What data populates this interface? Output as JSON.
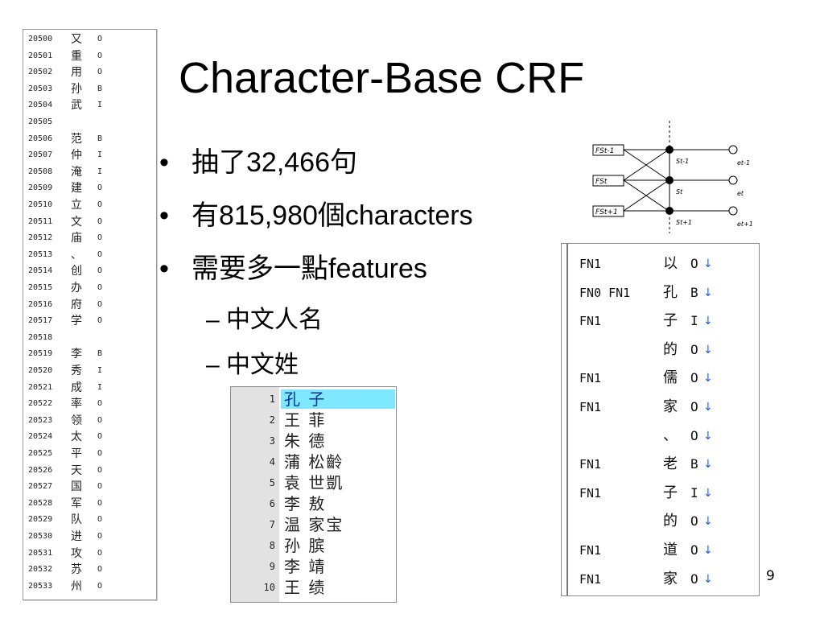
{
  "slide": {
    "title": "Character-Base CRF",
    "bullets": [
      {
        "dot": "•",
        "text": "抽了32,466句"
      },
      {
        "dot": "•",
        "text": "有815,980個characters"
      },
      {
        "dot": "•",
        "text": "需要多一點features"
      }
    ],
    "sub_bullets": [
      {
        "text": "– 中文人名"
      },
      {
        "text": "– 中文姓"
      }
    ],
    "page_number": "9"
  },
  "left_list": [
    {
      "line": "20500",
      "char": "又",
      "tag": "O"
    },
    {
      "line": "20501",
      "char": "重",
      "tag": "O"
    },
    {
      "line": "20502",
      "char": "用",
      "tag": "O"
    },
    {
      "line": "20503",
      "char": "孙",
      "tag": "B"
    },
    {
      "line": "20504",
      "char": "武",
      "tag": "I"
    },
    {
      "line": "20505",
      "char": "",
      "tag": ""
    },
    {
      "line": "20506",
      "char": "范",
      "tag": "B"
    },
    {
      "line": "20507",
      "char": "仲",
      "tag": "I"
    },
    {
      "line": "20508",
      "char": "淹",
      "tag": "I"
    },
    {
      "line": "20509",
      "char": "建",
      "tag": "O"
    },
    {
      "line": "20510",
      "char": "立",
      "tag": "O"
    },
    {
      "line": "20511",
      "char": "文",
      "tag": "O"
    },
    {
      "line": "20512",
      "char": "庙",
      "tag": "O"
    },
    {
      "line": "20513",
      "char": "、",
      "tag": "O"
    },
    {
      "line": "20514",
      "char": "创",
      "tag": "O"
    },
    {
      "line": "20515",
      "char": "办",
      "tag": "O"
    },
    {
      "line": "20516",
      "char": "府",
      "tag": "O"
    },
    {
      "line": "20517",
      "char": "学",
      "tag": "O"
    },
    {
      "line": "20518",
      "char": "",
      "tag": ""
    },
    {
      "line": "20519",
      "char": "李",
      "tag": "B"
    },
    {
      "line": "20520",
      "char": "秀",
      "tag": "I"
    },
    {
      "line": "20521",
      "char": "成",
      "tag": "I"
    },
    {
      "line": "20522",
      "char": "率",
      "tag": "O"
    },
    {
      "line": "20523",
      "char": "领",
      "tag": "O"
    },
    {
      "line": "20524",
      "char": "太",
      "tag": "O"
    },
    {
      "line": "20525",
      "char": "平",
      "tag": "O"
    },
    {
      "line": "20526",
      "char": "天",
      "tag": "O"
    },
    {
      "line": "20527",
      "char": "国",
      "tag": "O"
    },
    {
      "line": "20528",
      "char": "军",
      "tag": "O"
    },
    {
      "line": "20529",
      "char": "队",
      "tag": "O"
    },
    {
      "line": "20530",
      "char": "进",
      "tag": "O"
    },
    {
      "line": "20531",
      "char": "攻",
      "tag": "O"
    },
    {
      "line": "20532",
      "char": "苏",
      "tag": "O"
    },
    {
      "line": "20533",
      "char": "州",
      "tag": "O"
    }
  ],
  "feature_list": [
    {
      "features": "FN1",
      "char": "以",
      "tag": "O"
    },
    {
      "features": "FN0 FN1",
      "char": "孔",
      "tag": "B"
    },
    {
      "features": "FN1",
      "char": "子",
      "tag": "I"
    },
    {
      "features": "",
      "char": "的",
      "tag": "O"
    },
    {
      "features": "FN1",
      "char": "儒",
      "tag": "O"
    },
    {
      "features": "FN1",
      "char": "家",
      "tag": "O"
    },
    {
      "features": "",
      "char": "、",
      "tag": "O"
    },
    {
      "features": "FN1",
      "char": "老",
      "tag": "B"
    },
    {
      "features": "FN1",
      "char": "子",
      "tag": "I"
    },
    {
      "features": "",
      "char": "的",
      "tag": "O"
    },
    {
      "features": "FN1",
      "char": "道",
      "tag": "O"
    },
    {
      "features": "FN1",
      "char": "家",
      "tag": "O"
    }
  ],
  "feature_arrow": "↓",
  "name_list": [
    {
      "num": "1",
      "name": "孔 子",
      "highlighted": true
    },
    {
      "num": "2",
      "name": "王 菲",
      "highlighted": false
    },
    {
      "num": "3",
      "name": "朱 德",
      "highlighted": false
    },
    {
      "num": "4",
      "name": "蒲 松齡",
      "highlighted": false
    },
    {
      "num": "5",
      "name": "袁 世凱",
      "highlighted": false
    },
    {
      "num": "6",
      "name": "李 敖",
      "highlighted": false
    },
    {
      "num": "7",
      "name": "温 家宝",
      "highlighted": false
    },
    {
      "num": "8",
      "name": "孙 膑",
      "highlighted": false
    },
    {
      "num": "9",
      "name": "李 靖",
      "highlighted": false
    },
    {
      "num": "10",
      "name": "王 绩",
      "highlighted": false
    }
  ],
  "crf_diagram": {
    "fs_labels": [
      "FSt-1",
      "FSt",
      "FSt+1"
    ],
    "s_labels": [
      "St-1",
      "St",
      "St+1"
    ],
    "e_labels": [
      "et-1",
      "et",
      "et+1"
    ]
  },
  "colors": {
    "highlight": "#7fe7ff",
    "arrow": "#1a5cff",
    "gutter": "#e2e2e2"
  }
}
